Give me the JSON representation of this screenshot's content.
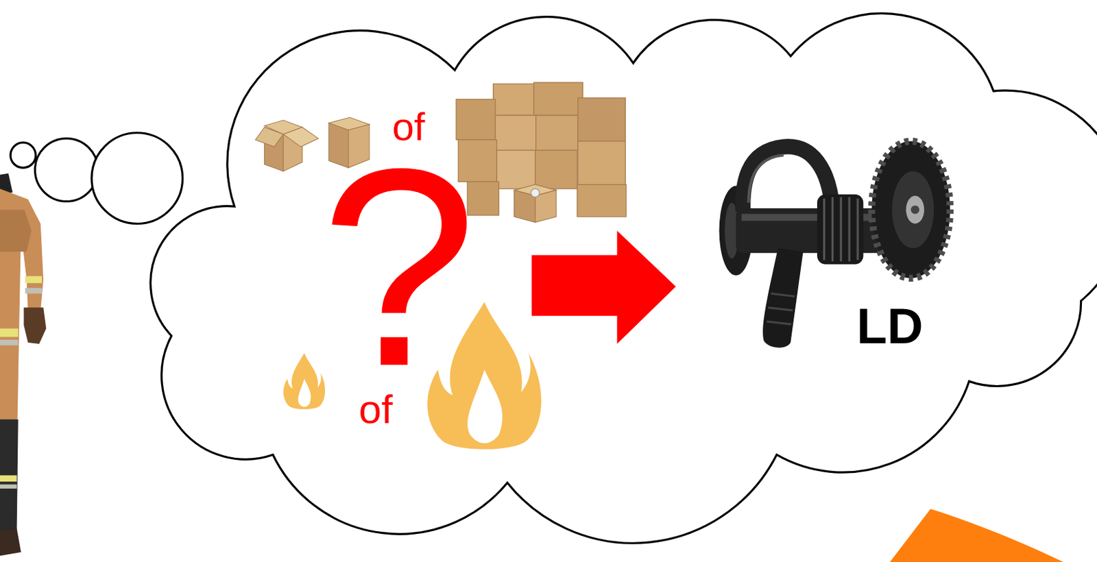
{
  "diagram": {
    "nodes": [
      {
        "text": [
          "of",
          "?",
          "of",
          "LD"
        ]
      }
    ]
  }
}
